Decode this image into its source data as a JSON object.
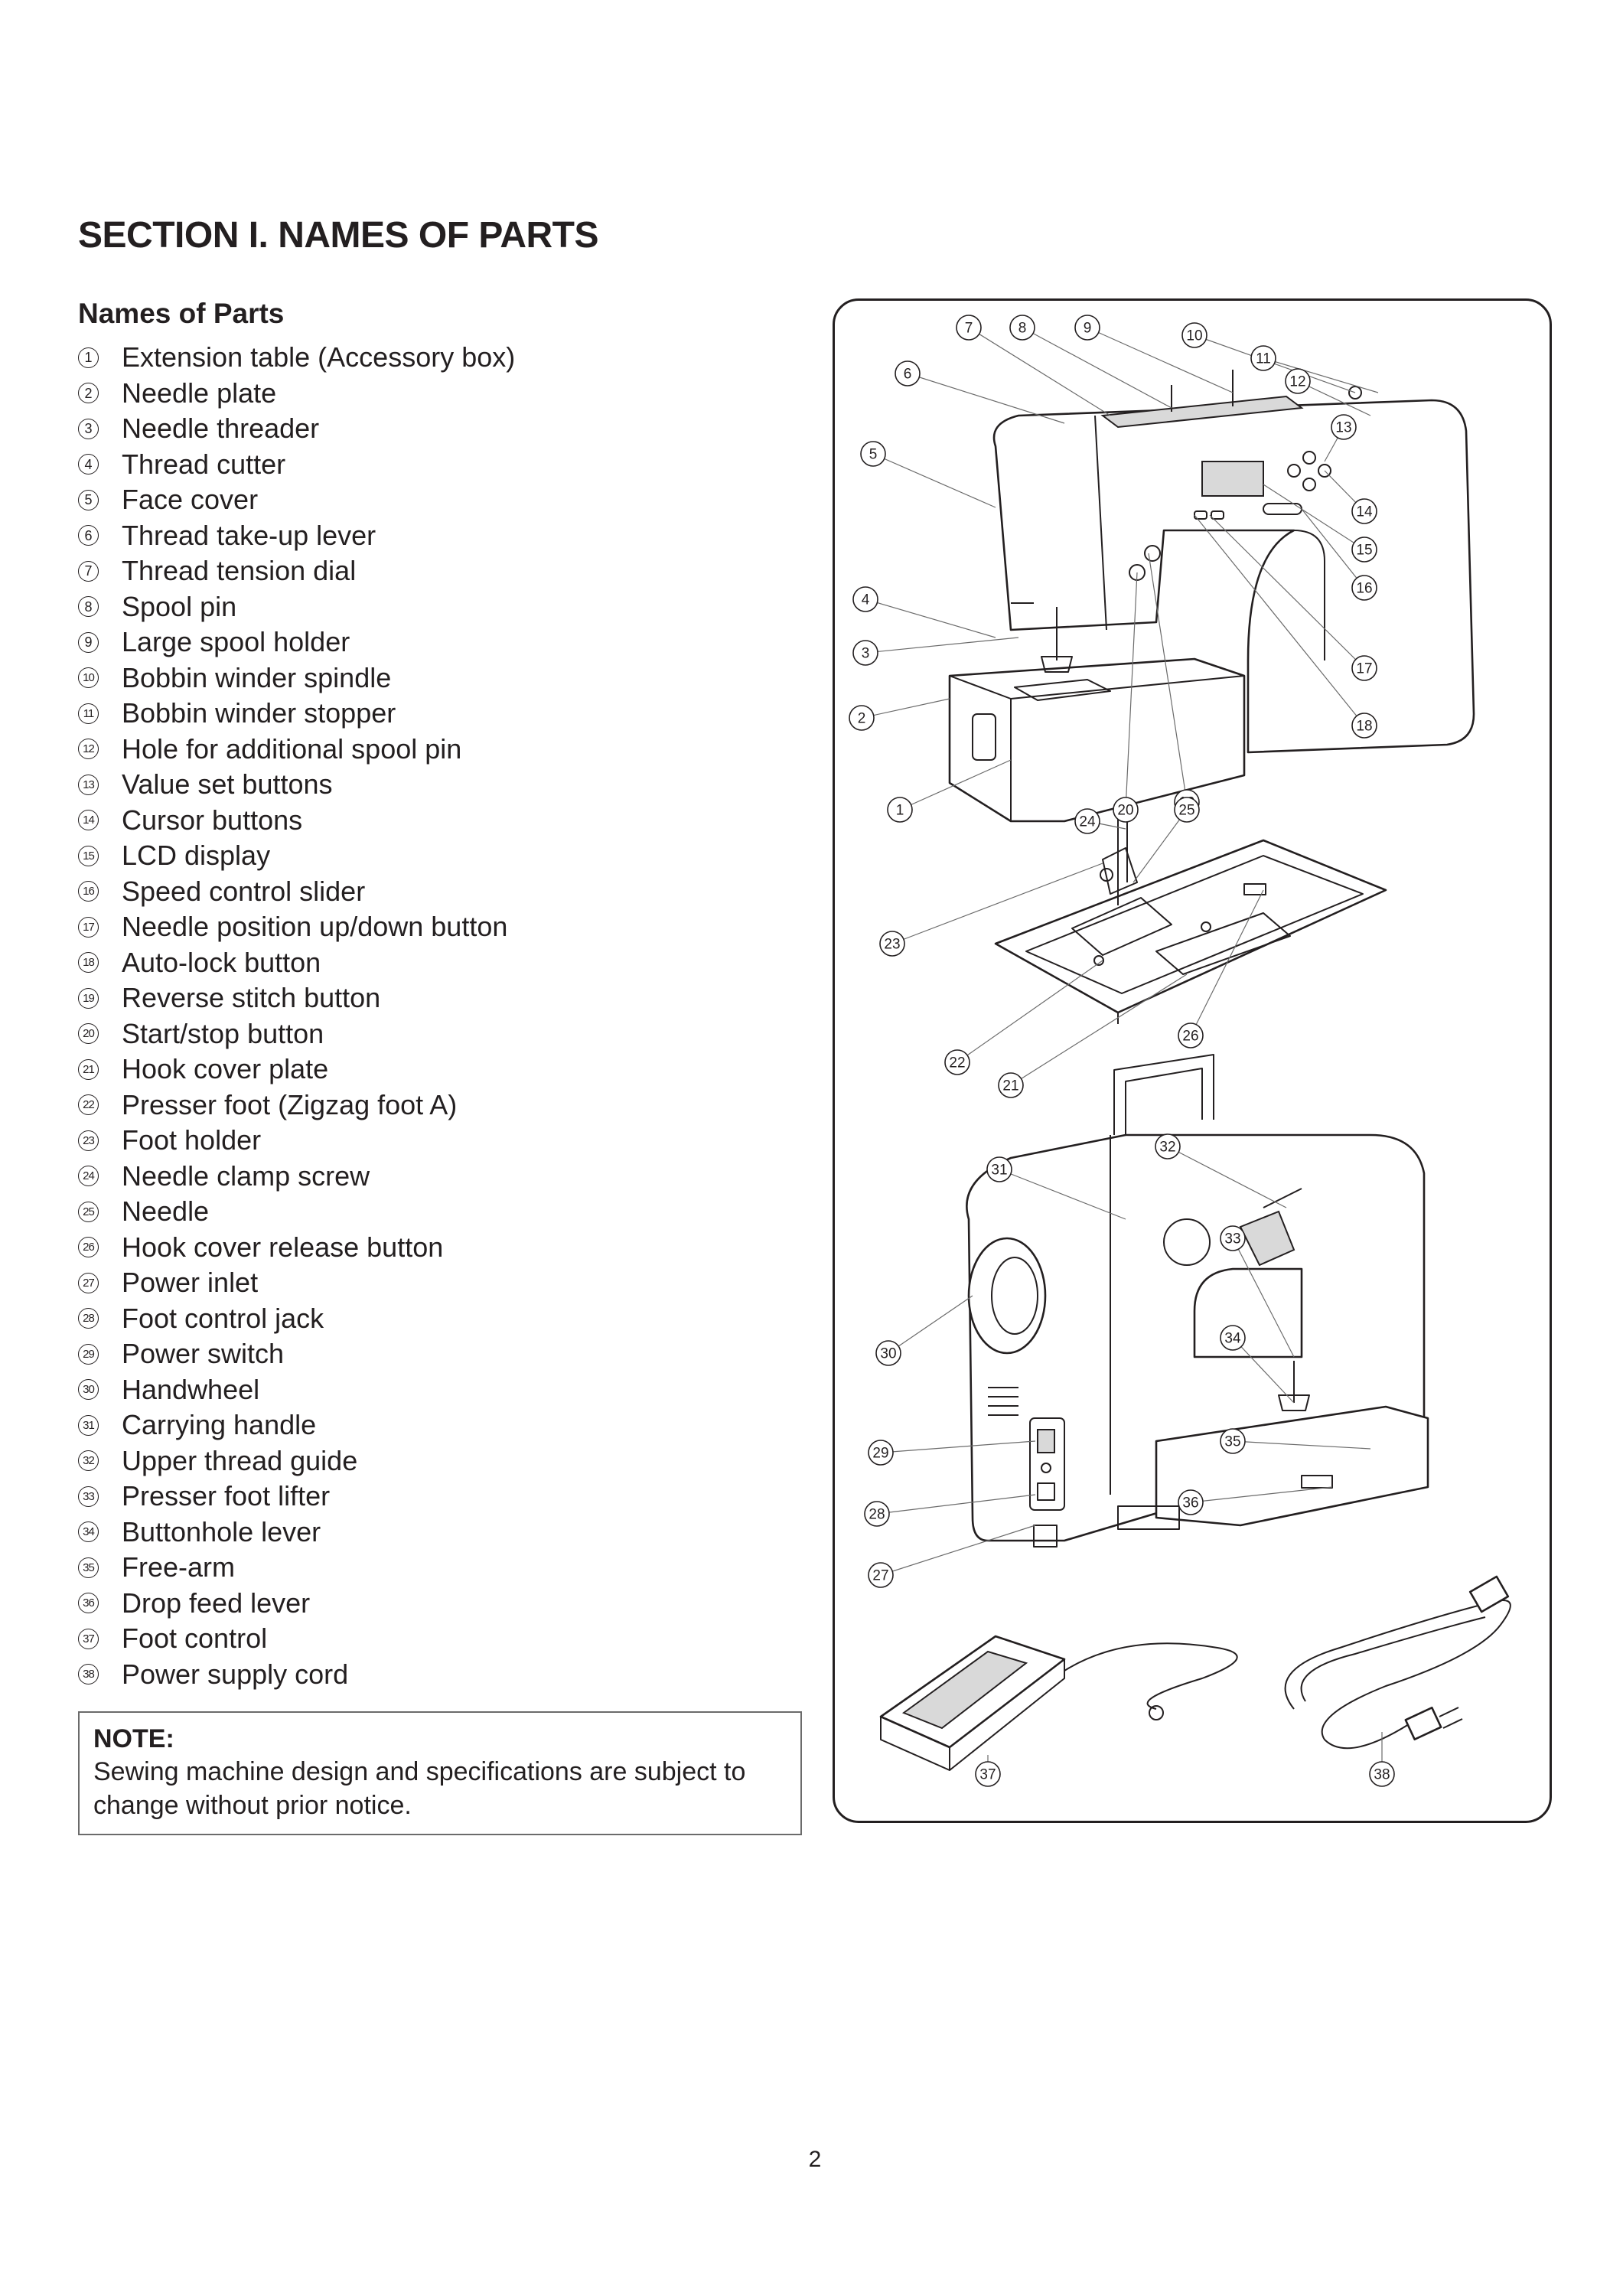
{
  "section_title": "SECTION I. NAMES OF PARTS",
  "list_heading": "Names of Parts",
  "parts": [
    {
      "num": "1",
      "name": "Extension table (Accessory box)"
    },
    {
      "num": "2",
      "name": "Needle plate"
    },
    {
      "num": "3",
      "name": "Needle threader"
    },
    {
      "num": "4",
      "name": "Thread cutter"
    },
    {
      "num": "5",
      "name": "Face cover"
    },
    {
      "num": "6",
      "name": "Thread take-up lever"
    },
    {
      "num": "7",
      "name": "Thread tension dial"
    },
    {
      "num": "8",
      "name": "Spool pin"
    },
    {
      "num": "9",
      "name": "Large spool holder"
    },
    {
      "num": "10",
      "name": "Bobbin winder spindle"
    },
    {
      "num": "11",
      "name": "Bobbin winder stopper"
    },
    {
      "num": "12",
      "name": "Hole for additional spool pin"
    },
    {
      "num": "13",
      "name": "Value set buttons"
    },
    {
      "num": "14",
      "name": "Cursor buttons"
    },
    {
      "num": "15",
      "name": "LCD display"
    },
    {
      "num": "16",
      "name": "Speed control slider"
    },
    {
      "num": "17",
      "name": "Needle position up/down button"
    },
    {
      "num": "18",
      "name": "Auto-lock button"
    },
    {
      "num": "19",
      "name": "Reverse stitch button"
    },
    {
      "num": "20",
      "name": "Start/stop button"
    },
    {
      "num": "21",
      "name": "Hook cover plate"
    },
    {
      "num": "22",
      "name": "Presser foot (Zigzag foot A)"
    },
    {
      "num": "23",
      "name": "Foot holder"
    },
    {
      "num": "24",
      "name": "Needle clamp screw"
    },
    {
      "num": "25",
      "name": "Needle"
    },
    {
      "num": "26",
      "name": "Hook cover release button"
    },
    {
      "num": "27",
      "name": "Power inlet"
    },
    {
      "num": "28",
      "name": "Foot control jack"
    },
    {
      "num": "29",
      "name": "Power switch"
    },
    {
      "num": "30",
      "name": "Handwheel"
    },
    {
      "num": "31",
      "name": "Carrying handle"
    },
    {
      "num": "32",
      "name": "Upper thread guide"
    },
    {
      "num": "33",
      "name": "Presser foot lifter"
    },
    {
      "num": "34",
      "name": "Buttonhole lever"
    },
    {
      "num": "35",
      "name": "Free-arm"
    },
    {
      "num": "36",
      "name": "Drop feed lever"
    },
    {
      "num": "37",
      "name": "Foot control"
    },
    {
      "num": "38",
      "name": "Power supply cord"
    }
  ],
  "note": {
    "title": "NOTE:",
    "text": "Sewing machine design and specifications are subject to change without prior notice."
  },
  "figure_callouts": [
    "1",
    "2",
    "3",
    "4",
    "5",
    "6",
    "7",
    "8",
    "9",
    "10",
    "11",
    "12",
    "13",
    "14",
    "15",
    "16",
    "17",
    "18",
    "19",
    "20",
    "21",
    "22",
    "23",
    "24",
    "25",
    "26",
    "27",
    "28",
    "29",
    "30",
    "31",
    "32",
    "33",
    "34",
    "35",
    "36",
    "37",
    "38"
  ],
  "page_number": "2"
}
